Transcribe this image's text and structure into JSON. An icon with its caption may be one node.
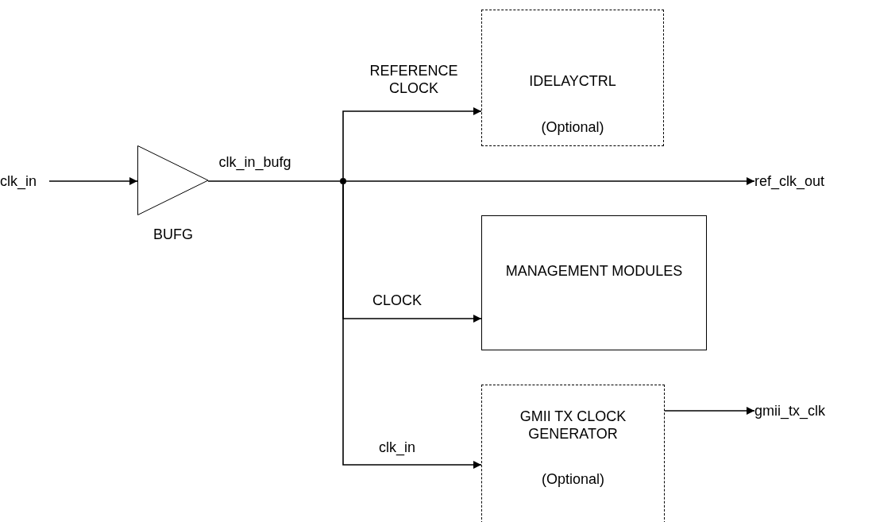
{
  "diagram": {
    "nodes": [
      {
        "text": [
          "clk_in"
        ]
      },
      {
        "text": [
          "BUFG"
        ]
      },
      {
        "text": [],
        "shape": "circle"
      },
      {
        "text": [
          "IDELAYCTRL",
          "(Optional)"
        ]
      },
      {
        "text": [
          "ref_clk_out"
        ]
      },
      {
        "text": [
          "MANAGEMENT MODULES"
        ]
      },
      {
        "text": [
          "GMII TX CLOCK GENERATOR",
          "(Optional)"
        ]
      },
      {
        "text": [
          "gmii_tx_clk"
        ]
      }
    ],
    "edges": [
      {
        "from": 0,
        "to": 1,
        "arrow": "to"
      },
      {
        "from": 1,
        "to": 2,
        "arrow": "none",
        "label": "clk_in_bufg"
      },
      {
        "from": 2,
        "to": 3,
        "arrow": "to",
        "label": "REFERENCE CLOCK"
      },
      {
        "from": 2,
        "to": 4,
        "arrow": "to"
      },
      {
        "from": 2,
        "to": 5,
        "arrow": "to",
        "label": "CLOCK"
      },
      {
        "from": 2,
        "to": 6,
        "arrow": "to",
        "label": "clk_in"
      },
      {
        "from": 6,
        "to": 7,
        "arrow": "to"
      }
    ]
  }
}
